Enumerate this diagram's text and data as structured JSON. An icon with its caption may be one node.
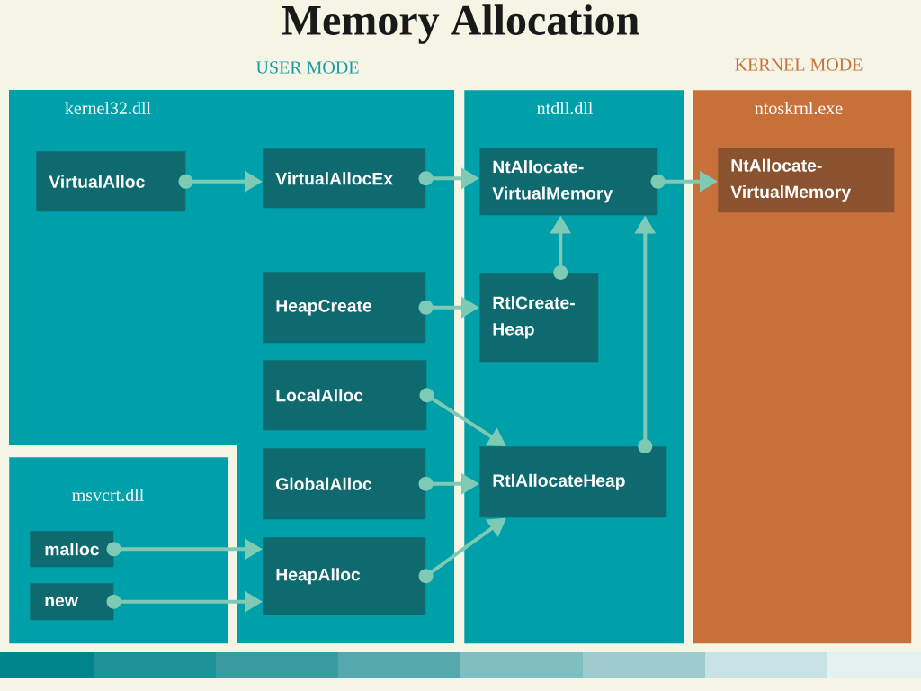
{
  "diagram": {
    "title": "Memory Allocation",
    "nodes": [
      {
        "text": [
          "kernel32.dll"
        ]
      },
      {
        "text": [
          "VirtualAlloc"
        ],
        "in": 0
      },
      {
        "text": [
          "VirtualAllocEx"
        ],
        "in": 0
      },
      {
        "text": [
          "HeapCreate"
        ],
        "in": 0
      },
      {
        "text": [
          "LocalAlloc"
        ],
        "in": 0
      },
      {
        "text": [
          "GlobalAlloc"
        ],
        "in": 0
      },
      {
        "text": [
          "HeapAlloc"
        ],
        "in": 0
      },
      {
        "text": [
          "msvcrt.dll"
        ]
      },
      {
        "text": [
          "malloc"
        ],
        "in": 7
      },
      {
        "text": [
          "new"
        ],
        "in": 7
      },
      {
        "text": [
          "ntdll.dll"
        ]
      },
      {
        "text": [
          "NtAllocate- VirtualMemory"
        ],
        "in": 10
      },
      {
        "text": [
          "RtlCreate- Heap"
        ],
        "in": 10
      },
      {
        "text": [
          "RtlAllocateHeap"
        ],
        "in": 10
      },
      {
        "text": [
          "ntoskrnl.exe"
        ]
      },
      {
        "text": [
          "NtAllocate- VirtualMemory"
        ],
        "in": 14
      }
    ],
    "edges": [
      {
        "from": 1,
        "to": 2,
        "arrow": "to"
      },
      {
        "from": 2,
        "to": 11,
        "arrow": "to"
      },
      {
        "from": 11,
        "to": 15,
        "arrow": "to"
      },
      {
        "from": 12,
        "to": 11,
        "arrow": "to"
      },
      {
        "from": 13,
        "to": 11,
        "arrow": "to"
      },
      {
        "from": 3,
        "to": 12,
        "arrow": "to"
      },
      {
        "from": 4,
        "to": 13,
        "arrow": "to"
      },
      {
        "from": 5,
        "to": 13,
        "arrow": "to"
      },
      {
        "from": 6,
        "to": 13,
        "arrow": "to"
      },
      {
        "from": 8,
        "to": 6,
        "arrow": "to"
      },
      {
        "from": 9,
        "to": 6,
        "arrow": "to"
      }
    ],
    "labels": [
      "USER MODE",
      "KERNEL MODE"
    ]
  }
}
